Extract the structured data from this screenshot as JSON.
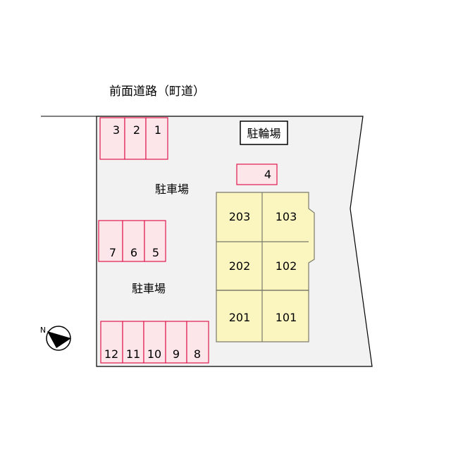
{
  "road": {
    "label": "前面道路（町道）"
  },
  "bicycle_parking": {
    "label": "駐輪場"
  },
  "parking_areas": [
    {
      "label": "駐車場"
    },
    {
      "label": "駐車場"
    }
  ],
  "parking_spaces": [
    "3",
    "2",
    "1",
    "4",
    "7",
    "6",
    "5",
    "12",
    "11",
    "10",
    "9",
    "8"
  ],
  "units": [
    "203",
    "103",
    "202",
    "102",
    "201",
    "101"
  ],
  "compass": {
    "north_label": "N"
  },
  "colors": {
    "lot_fill": "#f2f2f2",
    "space_fill": "#fde6ea",
    "space_stroke": "#e0174e",
    "building_fill": "#fbf6c0",
    "building_stroke": "#7a7a6a"
  }
}
